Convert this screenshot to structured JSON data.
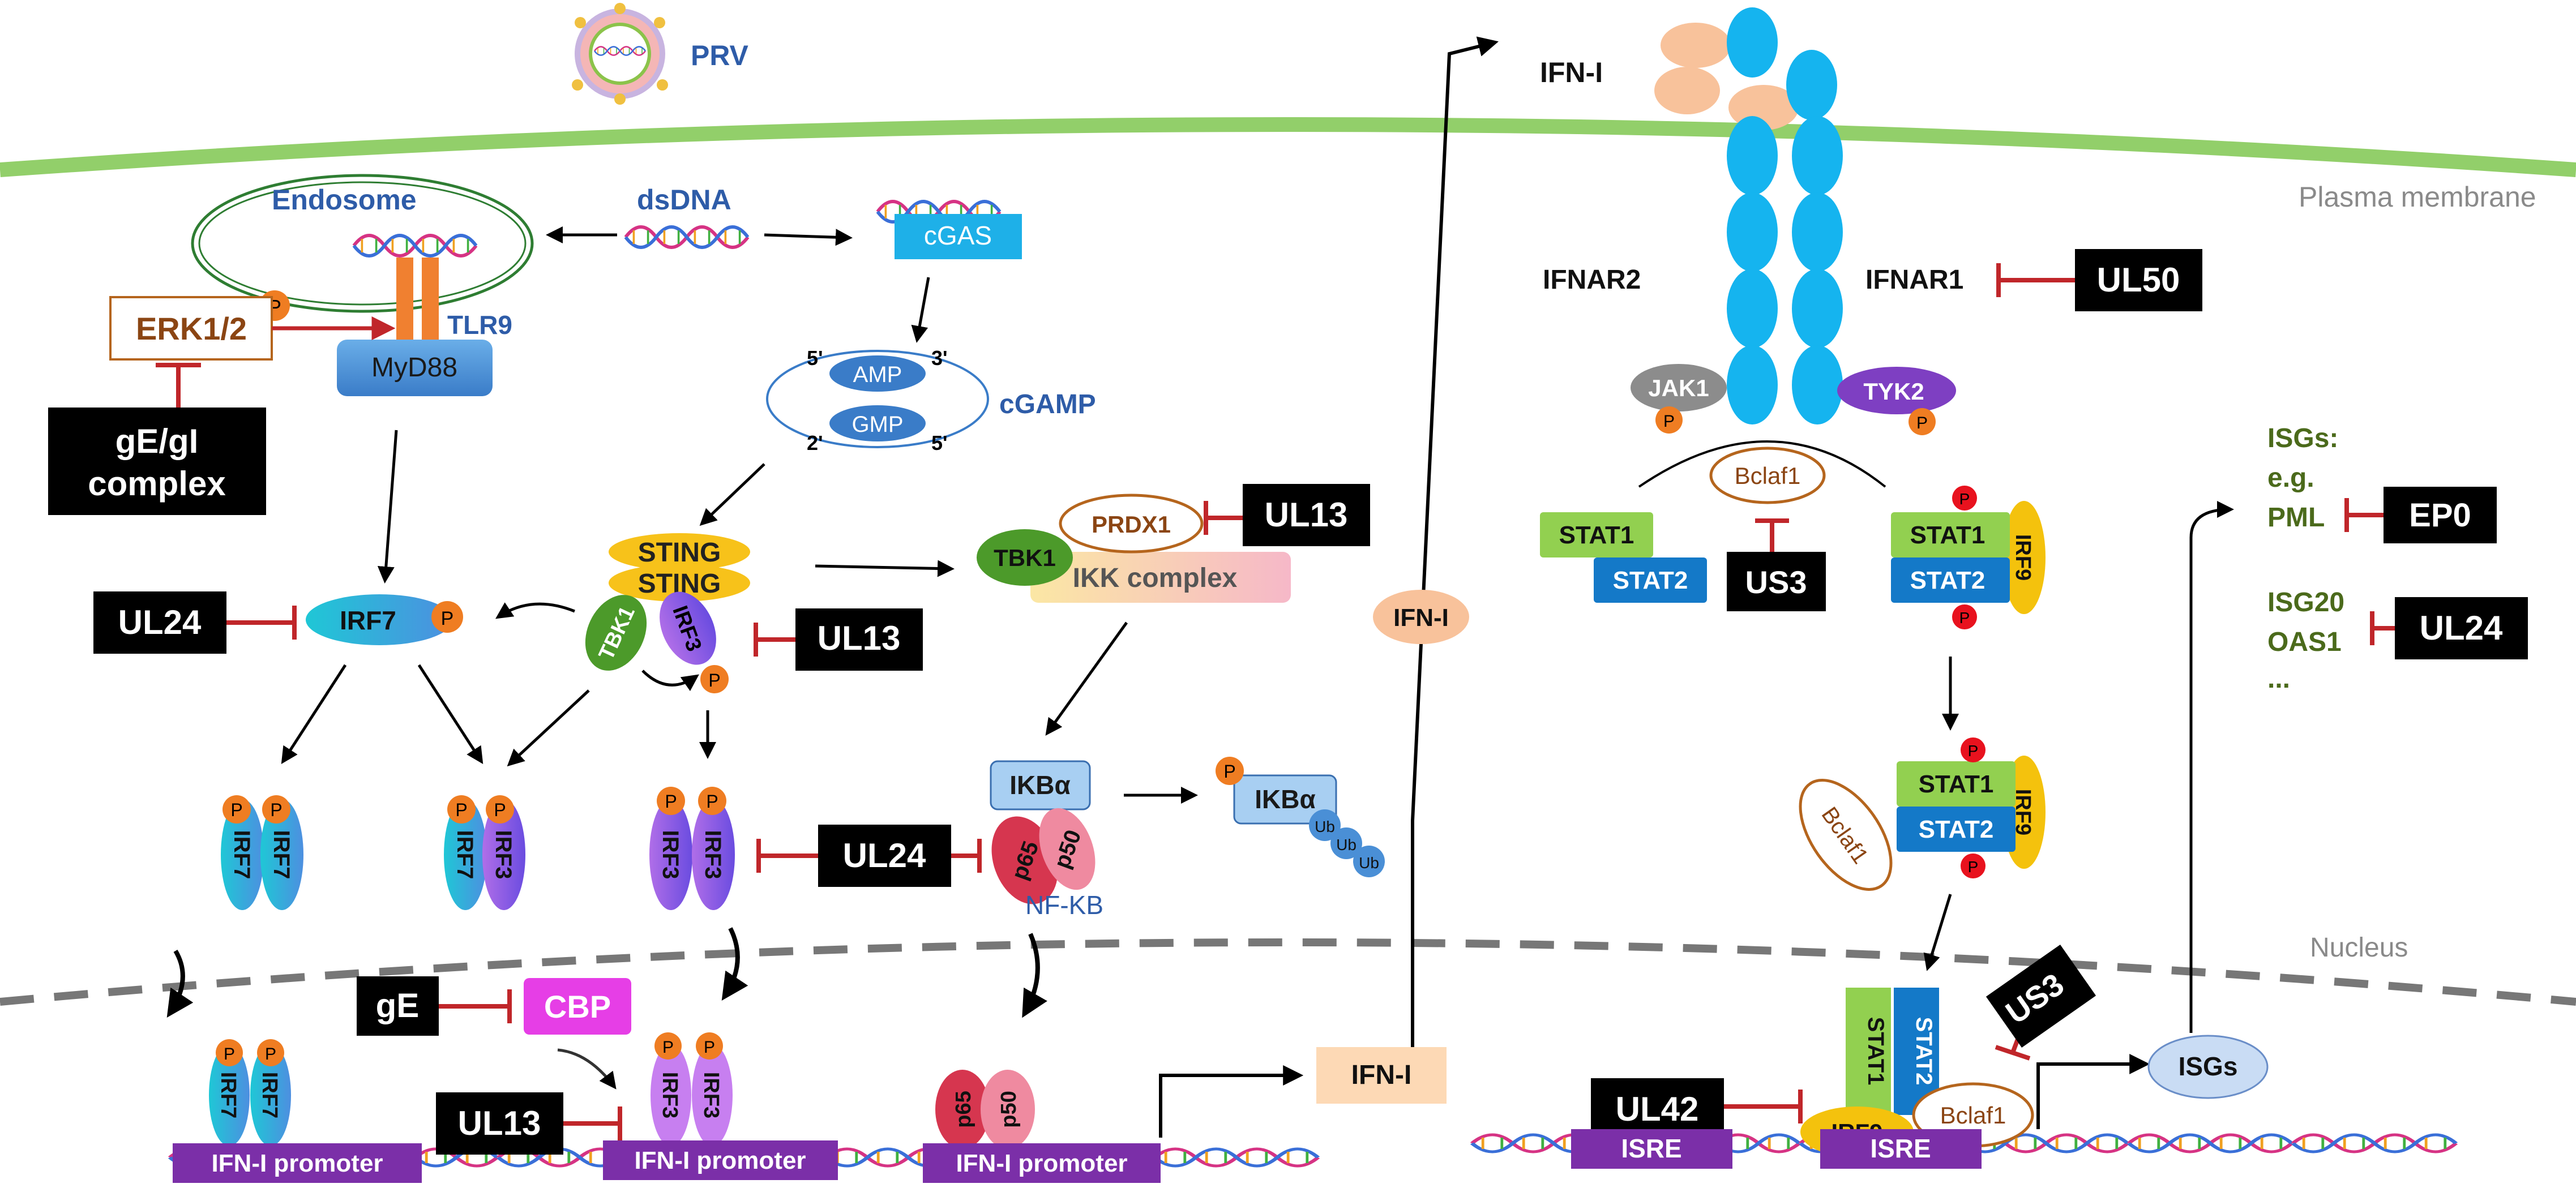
{
  "pathogen": "PRV",
  "compartments": {
    "plasma_membrane": "Plasma membrane",
    "nucleus": "Nucleus"
  },
  "ligand": "dsDNA",
  "endosome": {
    "label": "Endosome",
    "receptor": "TLR9",
    "adaptor": "MyD88",
    "kinase": "ERK1/2"
  },
  "cgas": {
    "label": "cGAS",
    "messenger": "cGAMP",
    "amp": "AMP",
    "gmp": "GMP",
    "ends": {
      "tl": "5'",
      "tr": "3'",
      "bl": "2'",
      "br": "5'"
    }
  },
  "sting": {
    "label": "STING",
    "tbk1": "TBK1",
    "irf3": "IRF3"
  },
  "ikk": {
    "tbk1": "TBK1",
    "prdx1": "PRDX1",
    "label": "IKK complex"
  },
  "nfkb": {
    "ikba": "IKBα",
    "p65": "p65",
    "p50": "p50",
    "label": "NF-KB",
    "ub": "Ub"
  },
  "phospho": "P",
  "irf7": "IRF7",
  "irf3": "IRF3",
  "cbp": "CBP",
  "promoter": "IFN-I promoter",
  "ifn": "IFN-I",
  "receptor": {
    "ifnar2": "IFNAR2",
    "ifnar1": "IFNAR1",
    "jak1": "JAK1",
    "tyk2": "TYK2"
  },
  "stat": {
    "stat1": "STAT1",
    "stat2": "STAT2",
    "irf9": "IRF9",
    "bclaf1": "Bclaf1"
  },
  "isre": "ISRE",
  "isgs": {
    "label": "ISGs",
    "list_title": "ISGs:",
    "eg": "e.g.",
    "pml": "PML",
    "isg20": "ISG20",
    "oas1": "OAS1",
    "more": "..."
  },
  "inhibitors": {
    "ge_gi_line1": "gE/gI",
    "ge_gi_line2": "complex",
    "ul24": "UL24",
    "ul13": "UL13",
    "ul50": "UL50",
    "ul42": "UL42",
    "us3": "US3",
    "ep0": "EP0",
    "ge": "gE"
  },
  "colors": {
    "membrane": "#92cf6a",
    "inhibit": "#c0262a",
    "receptor_blue": "#15b4ef",
    "ifn_orange": "#f8c29b",
    "nucleus_dash": "#777777",
    "phospho": "#ef7d22",
    "text_blue": "#2e5ca8",
    "text_green": "#4b6a1b",
    "text_brown": "#8b4513"
  }
}
